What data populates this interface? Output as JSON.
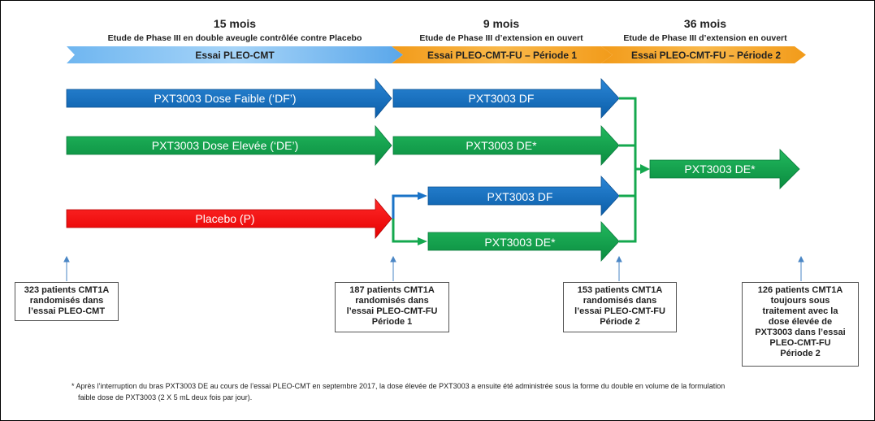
{
  "phases": [
    {
      "duration": "15 mois",
      "subtitle": "Etude de Phase III en double aveugle contrôlée contre Placebo",
      "band": "Essai PLEO-CMT"
    },
    {
      "duration": "9 mois",
      "subtitle": "Etude de Phase III d’extension en ouvert",
      "band": "Essai PLEO-CMT-FU – Période 1"
    },
    {
      "duration": "36 mois",
      "subtitle": "Etude de Phase III d’extension en ouvert",
      "band": "Essai PLEO-CMT-FU – Période 2"
    }
  ],
  "arrows": {
    "df_main": "PXT3003 Dose Faible (‘DF’)",
    "df_ext": "PXT3003 DF",
    "de_main": "PXT3003 Dose Elevée (‘DE’)",
    "de_ext": "PXT3003 DE*",
    "placebo": "Placebo (P)",
    "p_to_df": "PXT3003 DF",
    "p_to_de": "PXT3003 DE*",
    "final_de": "PXT3003 DE*"
  },
  "boxes": [
    {
      "lines": [
        "323 patients CMT1A",
        "randomisés dans",
        "l’essai PLEO-CMT"
      ]
    },
    {
      "lines": [
        "187 patients CMT1A",
        "randomisés dans",
        "l’essai PLEO-CMT-FU",
        "Période 1"
      ]
    },
    {
      "lines": [
        "153 patients CMT1A",
        "randomisés dans",
        "l’essai PLEO-CMT-FU",
        "Période 2"
      ]
    },
    {
      "lines": [
        "126 patients CMT1A",
        "toujours sous",
        "traitement avec la",
        "dose élevée de",
        "PXT3003 dans l’essai",
        "PLEO-CMT-FU",
        "Période 2"
      ]
    }
  ],
  "footnote": {
    "line1": "* Après l’interruption du bras PXT3003 DE au cours de l’essai PLEO-CMT en septembre 2017, la dose élevée de PXT3003 a ensuite été administrée sous la forme du double en volume de la formulation",
    "line2": "faible dose de PXT3003 (2 X 5 mL deux fois par jour)."
  },
  "colors": {
    "blue": "#0f6cbd",
    "green": "#0ea04b",
    "red": "#ff0000",
    "band_blue": "#7fbff2",
    "band_orange": "#f5a623"
  }
}
